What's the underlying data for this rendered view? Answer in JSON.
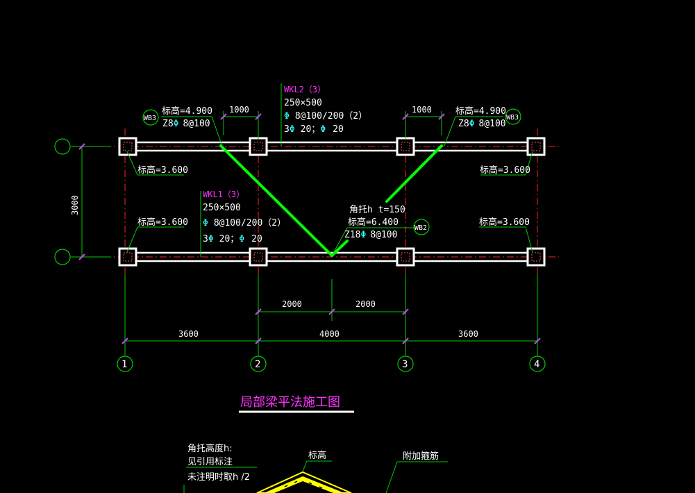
{
  "drawing": {
    "title": "局部梁平法施工图",
    "axes": [
      "1",
      "2",
      "3",
      "4"
    ],
    "spans": [
      "3600",
      "4000",
      "3600"
    ],
    "sub_spans": [
      "2000",
      "2000"
    ],
    "bay_depth": "3000",
    "offsets": [
      "1000",
      "1000"
    ],
    "wkl2": {
      "name": "WKL2（3）",
      "size": "250×500",
      "stirrup_sym": "Φ",
      "stirrup": "8@100/200（2）",
      "bars_pre": "3",
      "bars_sym": "Φ",
      "bars_mid": "20；",
      "bars_sym2": "Φ",
      "bars_end": "20"
    },
    "wkl1": {
      "name": "WKL1（3）",
      "size": "250×500",
      "stirrup_sym": "Φ",
      "stirrup": "8@100/200（2）",
      "bars_pre": "3",
      "bars_sym": "Φ",
      "bars_mid": "20；",
      "bars_sym2": "Φ",
      "bars_end": "20"
    },
    "wb3_left": {
      "tag": "WB3",
      "elev": "标高=4.900",
      "z_pre": "Z8",
      "z_sym": "Φ",
      "z_post": "8@100"
    },
    "wb3_right": {
      "tag": "WB3",
      "elev": "标高=4.900",
      "z_pre": "Z8",
      "z_sym": "Φ",
      "z_post": "8@100"
    },
    "wb2": {
      "tag": "WB2",
      "haunch": "角托h t=150",
      "elev": "标高=6.400",
      "z_pre": "Z18",
      "z_sym": "Φ",
      "z_post": "8@100"
    },
    "elev_tl": "标高=3.600",
    "elev_tr": "标高=3.600",
    "elev_bl": "标高=3.600",
    "elev_br": "标高=3.600"
  },
  "detail": {
    "note1": "角托高度h:",
    "note2": "见引用标注",
    "note3": "未注明时取h /2",
    "elev": "标高",
    "extra": "附加箍筋"
  },
  "colors": {
    "background": "#000000",
    "beam": "#ffffff",
    "axis_line": "#ff2222",
    "dim_line": "#00cc00",
    "ridge": "#00ff00",
    "magenta_text": "#ff33ff",
    "cyan_symbol": "#33ffff",
    "detail_fill": "#ffff00"
  }
}
